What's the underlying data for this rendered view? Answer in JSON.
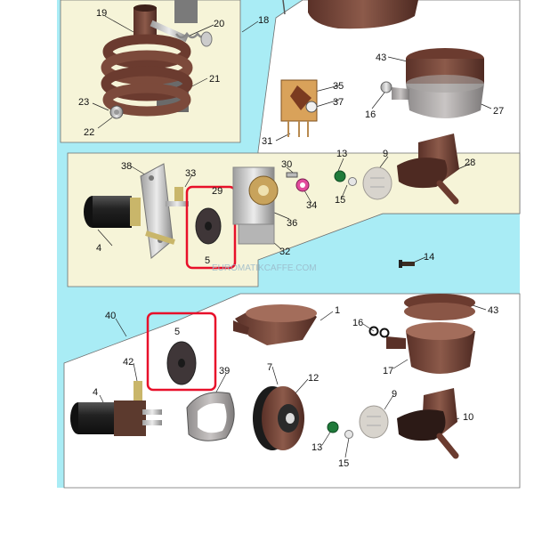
{
  "diagram": {
    "watermark": "EUROMATIKCAFFE.COM",
    "highlight_color": "#e8102a",
    "background_color": "#a9ecf5",
    "panel_color": "#f6f4d8",
    "part_color": "#7a4a3c",
    "labels": [
      "1",
      "4",
      "4",
      "5",
      "5",
      "7",
      "9",
      "9",
      "10",
      "12",
      "13",
      "13",
      "14",
      "15",
      "15",
      "16",
      "16",
      "17",
      "18",
      "19",
      "20",
      "21",
      "22",
      "23",
      "27",
      "28",
      "29",
      "30",
      "31",
      "32",
      "33",
      "34",
      "35",
      "36",
      "37",
      "38",
      "39",
      "40",
      "42",
      "43",
      "43"
    ]
  }
}
